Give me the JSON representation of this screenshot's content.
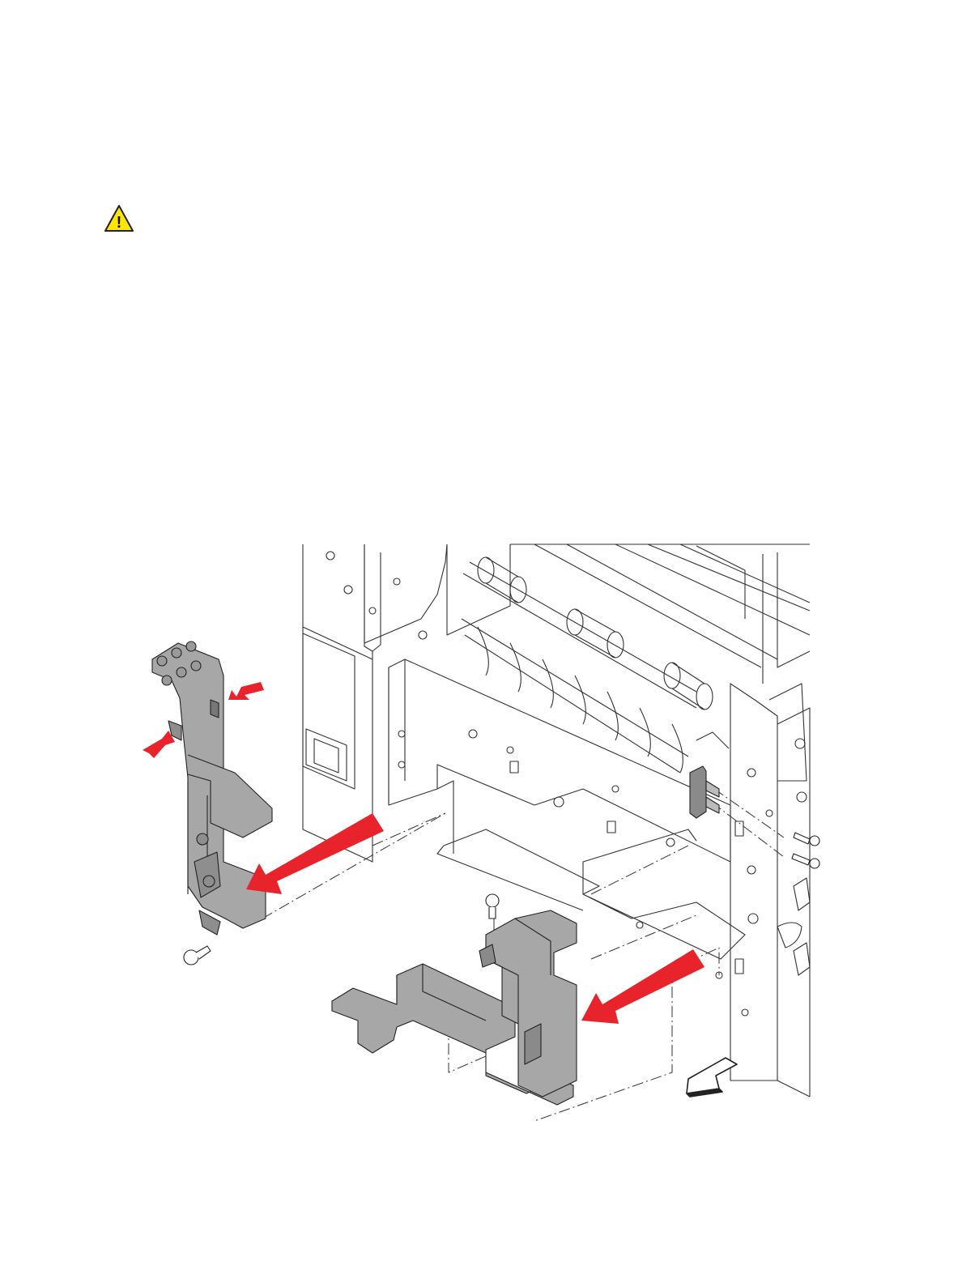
{
  "page": {
    "warning_icon": "caution-triangle-icon",
    "warning_glyph": "!",
    "colors": {
      "warning_fill": "#ffe500",
      "warning_stroke": "#222222",
      "arrow_red": "#e8232b",
      "part_gray": "#a7a7a7",
      "line_art": "#333333"
    }
  },
  "figure": {
    "type": "exploded-view service illustration",
    "callout_arrows": [
      "press-tab-arrow-upper",
      "press-tab-arrow-lower",
      "removal-arrow-left",
      "removal-arrow-right",
      "front-direction-arrow-icon"
    ],
    "parts": [
      "left-connector-bracket",
      "bottom-duct-assembly",
      "right-small-bracket",
      "screw"
    ]
  }
}
